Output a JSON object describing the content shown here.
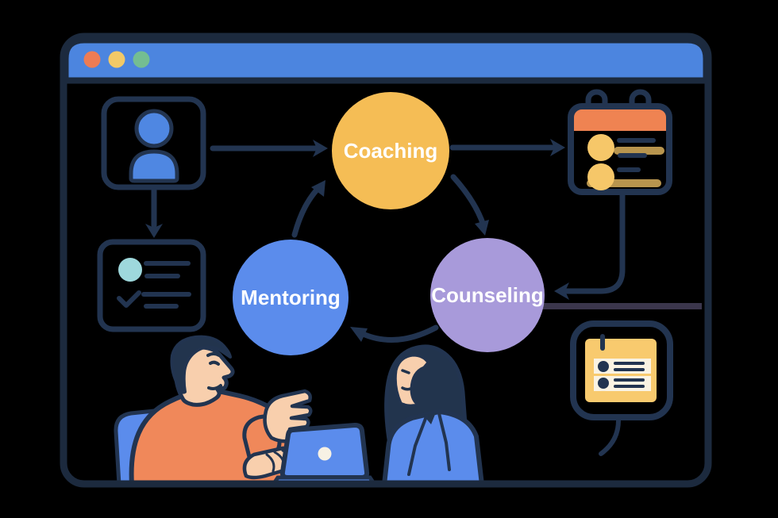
{
  "window": {
    "type": "browser-window-illustration",
    "titlebar_color": "#4C85DF",
    "frame_color": "#1C2A3E",
    "background_color": "#000000",
    "traffic_lights": [
      {
        "name": "close",
        "color": "#ED7C54"
      },
      {
        "name": "minimize",
        "color": "#F2C967"
      },
      {
        "name": "maximize",
        "color": "#74BD92"
      }
    ]
  },
  "diagram": {
    "line_color": "#223450",
    "nodes": [
      {
        "id": "coaching",
        "label": "Coaching",
        "color": "#F5BD55",
        "text_color": "#FFFFFF"
      },
      {
        "id": "mentoring",
        "label": "Mentoring",
        "color": "#5B8CEC",
        "text_color": "#FFFFFF"
      },
      {
        "id": "counseling",
        "label": "Counseling",
        "color": "#A89ADA",
        "text_color": "#FFFFFF"
      }
    ],
    "icons": [
      {
        "id": "profile-card",
        "name": "user-profile-card",
        "accent_color": "#4F87E2"
      },
      {
        "id": "checklist-card",
        "name": "checklist-card",
        "accent_color": "#9ED8DC"
      },
      {
        "id": "calendar-card",
        "name": "calendar-card",
        "header_color": "#EF8352",
        "accent_color": "#F6C769"
      },
      {
        "id": "notes-card",
        "name": "notes-card",
        "accent_color": "#F8CA6E"
      }
    ],
    "edges": [
      {
        "from": "profile-card",
        "to": "coaching"
      },
      {
        "from": "profile-card",
        "to": "checklist-card"
      },
      {
        "from": "coaching",
        "to": "calendar-card"
      },
      {
        "from": "mentoring",
        "to": "coaching"
      },
      {
        "from": "coaching",
        "to": "counseling"
      },
      {
        "from": "calendar-card",
        "to": "counseling"
      },
      {
        "from": "counseling",
        "to": "mentoring"
      }
    ]
  },
  "illustration": {
    "scene": "Two people in conversation at a desk with a laptop",
    "man": {
      "shirt_color": "#F0885A",
      "skin_color": "#F8CFAD",
      "hair_color": "#22344D",
      "chair_color": "#5B8CEC"
    },
    "woman": {
      "jacket_color": "#5B8CEC",
      "skin_color": "#F8CFAD",
      "hair_color": "#22344D"
    },
    "laptop_color": "#5B8CEC"
  }
}
